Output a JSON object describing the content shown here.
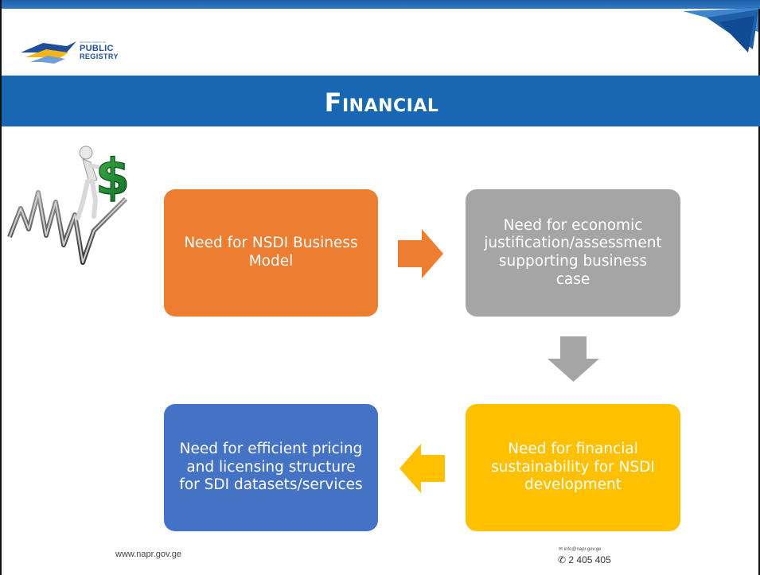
{
  "header": {
    "logo": {
      "small_text": "NATIONAL AGENCY OF",
      "line1": "PUBLIC",
      "line2": "REGISTRY"
    },
    "title": "Financial"
  },
  "flow": {
    "box_1": {
      "text": "Need for NSDI Business Model",
      "color": "#ed7d31"
    },
    "box_2": {
      "text": "Need for economic justification/assessment supporting business case",
      "color": "#a5a5a5"
    },
    "box_3": {
      "text": "Need for financial sustainability for NSDI development",
      "color": "#ffc000"
    },
    "box_4": {
      "text": "Need for efficient pricing and licensing structure for SDI datasets/services",
      "color": "#4472c4"
    }
  },
  "footer": {
    "website": "www.napr.gov.ge",
    "email": "✉ info@napr.gov.ge",
    "phone": "✆ 2 405 405"
  },
  "icons": {
    "logo": "public-registry-logo",
    "clip_art": "dollar-sign-climbing-chart-icon",
    "arrows": [
      "right-arrow-icon",
      "down-arrow-icon",
      "left-arrow-icon"
    ]
  },
  "colors": {
    "title_bar": "#1767b2",
    "accent_orange": "#ed7d31",
    "accent_gray": "#a5a5a5",
    "accent_yellow": "#ffc000",
    "accent_blue": "#4472c4"
  }
}
